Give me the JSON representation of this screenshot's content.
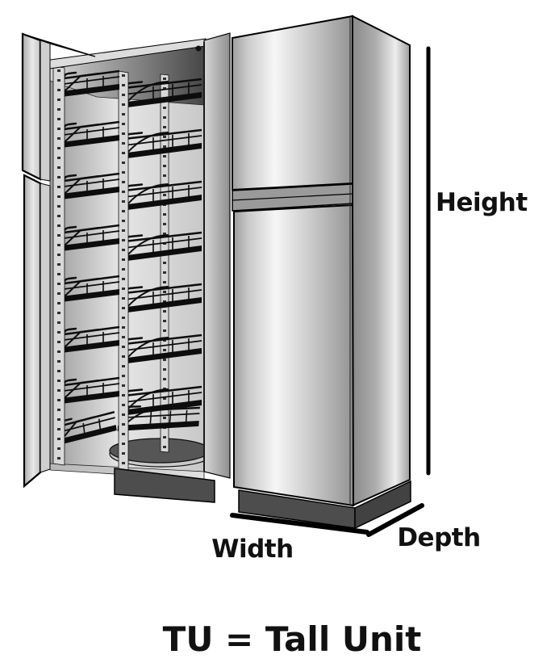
{
  "figure": {
    "type": "product-dimension-diagram",
    "caption": "TU = Tall Unit",
    "dimension_labels": {
      "height": "Height",
      "width": "Width",
      "depth": "Depth"
    },
    "illustration": {
      "left_unit": "open tall pantry unit with open door and pull-out wire baskets",
      "right_unit": "closed tall unit with upper door, divider band, lower door and plinth",
      "basket_levels": 7
    },
    "colors": {
      "background": "#ffffff",
      "outline": "#000000",
      "label_text": "#111111",
      "plinth": "#4d4d4d",
      "plinth_side": "#424242",
      "band": "#9a9a9a",
      "wire": "#0d0d0d"
    }
  }
}
